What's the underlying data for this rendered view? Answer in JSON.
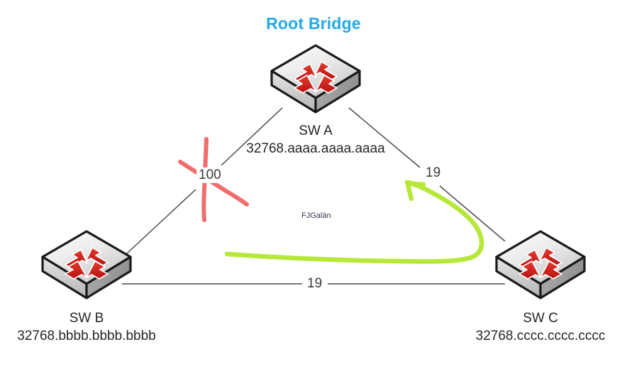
{
  "diagram": {
    "title": "Root Bridge",
    "watermark": "FJGalán",
    "colors": {
      "title_blue": "#21a9e8",
      "link_gray": "#4a4a4a",
      "block_red": "#f05a5a",
      "path_green": "#b5e838",
      "switch_arrow_red": "#d81f1f",
      "text_dark": "#262626"
    },
    "nodes": [
      {
        "id": "sw-a",
        "name": "SW A",
        "bridge_id": "32768.aaaa.aaaa.aaaa",
        "role": "Root Bridge",
        "icon": "switch-icon"
      },
      {
        "id": "sw-b",
        "name": "SW B",
        "bridge_id": "32768.bbbb.bbbb.bbbb",
        "role": "",
        "icon": "switch-icon"
      },
      {
        "id": "sw-c",
        "name": "SW C",
        "bridge_id": "32768.cccc.cccc.cccc",
        "role": "",
        "icon": "switch-icon"
      }
    ],
    "links": [
      {
        "id": "link-a-b",
        "from": "SW A",
        "to": "SW B",
        "cost": "100",
        "blocked": true
      },
      {
        "id": "link-a-c",
        "from": "SW A",
        "to": "SW C",
        "cost": "19",
        "blocked": false
      },
      {
        "id": "link-b-c",
        "from": "SW B",
        "to": "SW C",
        "cost": "19",
        "blocked": false
      }
    ],
    "annotations": [
      {
        "id": "blocked-marker",
        "type": "red-x",
        "on_link": "link-a-b"
      },
      {
        "id": "path-arrow",
        "type": "green-arrow",
        "description": "SW B to SW C to SW A"
      }
    ]
  }
}
